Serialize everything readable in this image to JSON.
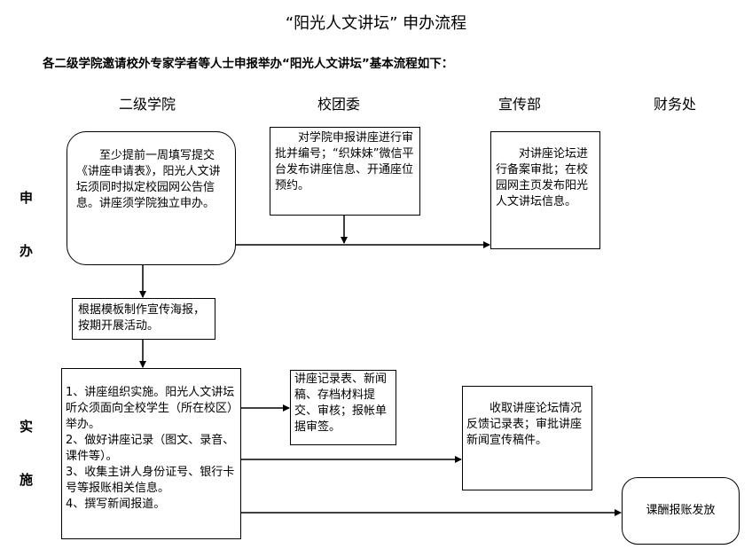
{
  "title": "“阳光人文讲坛” 申办流程",
  "subtitle": "各二级学院邀请校外专家学者等人士申报举办“阳光人文讲坛”基本流程如下：",
  "columns": {
    "college": "二级学院",
    "youth_league": "校团委",
    "publicity": "宣传部",
    "finance": "财务处"
  },
  "rows": {
    "apply": [
      "申",
      "办"
    ],
    "implement": [
      "实",
      "施"
    ]
  },
  "boxes": {
    "college_apply": "　　至少提前一周填写提交《讲座申请表》，阳光人文讲坛须同时拟定校园网公告信息。讲座须学院独立申办。",
    "league_review": "　　对学院申报讲座进行审批并编号；“织妹妹”微信平台发布讲座信息、开通座位预约。",
    "publicity_review": "　　对讲座论坛进行备案审批；在校园网主页发布阳光人文讲坛信息。",
    "poster": "根据模板制作宣传海报，按期开展活动。",
    "college_implement": "1、讲座组织实施。阳光人文讲坛听众须面向全校学生（所在校区）举办。\n2、做好讲座记录（图文、录音、课件等）。\n3、收集主讲人身份证号、银行卡号等报账相关信息。\n4、撰写新闻报道。",
    "league_submit": "讲座记录表、新闻稿、存档材料提交、审核；报帐单据审签。",
    "publicity_collect": "　　收取讲座论坛情况反馈记录表；审批讲座新闻宣传稿件。",
    "finance_pay": "课酬报账发放"
  }
}
